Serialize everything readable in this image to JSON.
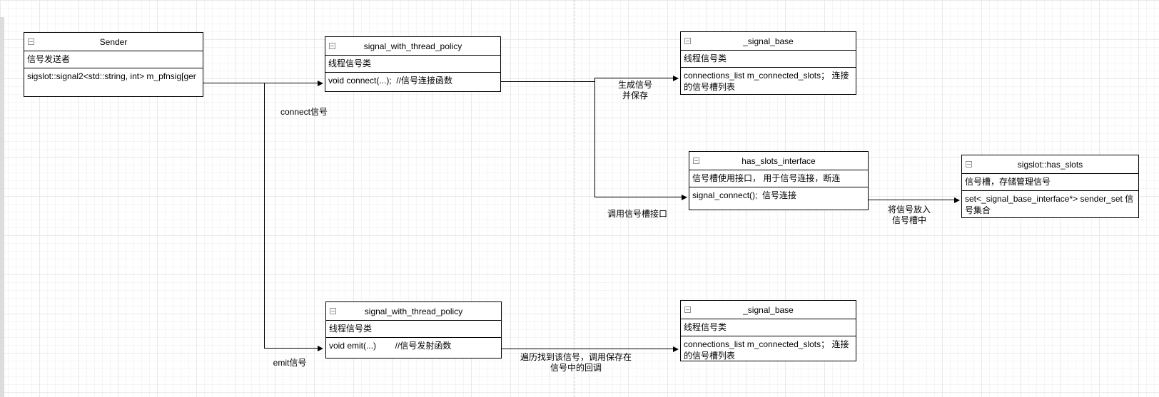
{
  "diagram": {
    "nodes": [
      {
        "id": "sender",
        "title": "Sender",
        "rows": [
          "信号发送者",
          "sigslot::signal2<std::string, int> m_pfnsig[ger"
        ]
      },
      {
        "id": "signal-with-thread-policy-connect",
        "title": "signal_with_thread_policy",
        "rows": [
          "线程信号类",
          "void connect(...);  //信号连接函数"
        ]
      },
      {
        "id": "signal-base-top",
        "title": "_signal_base",
        "rows": [
          "线程信号类",
          "connections_list m_connected_slots； 连接的信号槽列表"
        ]
      },
      {
        "id": "has-slots-interface",
        "title": "has_slots_interface",
        "rows": [
          "信号槽使用接口， 用于信号连接，断连",
          "signal_connect();  信号连接"
        ]
      },
      {
        "id": "sigslot-has-slots",
        "title": "sigslot::has_slots",
        "rows": [
          "信号槽，存储管理信号",
          "set<_signal_base_interface*> sender_set 信号集合"
        ]
      },
      {
        "id": "signal-with-thread-policy-emit",
        "title": "signal_with_thread_policy",
        "rows": [
          "线程信号类",
          "void emit(...)        //信号发射函数"
        ]
      },
      {
        "id": "signal-base-bottom",
        "title": "_signal_base",
        "rows": [
          "线程信号类",
          "connections_list m_connected_slots； 连接的信号槽列表"
        ]
      }
    ],
    "edge_labels": [
      {
        "id": "connect-signal",
        "text": "connect信号"
      },
      {
        "id": "generate-and-save",
        "text": "生成信号\n并保存"
      },
      {
        "id": "call-slot-interface",
        "text": "调用信号槽接口"
      },
      {
        "id": "put-signal-into-slot",
        "text": "将信号放入\n信号槽中"
      },
      {
        "id": "emit-signal",
        "text": "emit信号"
      },
      {
        "id": "traverse-callback",
        "text": "遍历找到该信号，调用保存在\n信号中的回调"
      }
    ],
    "icons": [
      {
        "name": "collapse-minus-icon",
        "glyph": "−"
      }
    ],
    "colors": {
      "stroke": "#000000",
      "box_fill": "#ffffff",
      "collapse_icon": "#919191",
      "grid_major": "#e9e9e9",
      "grid_minor": "#f5f5f5",
      "page_guide": "#cfcfcf"
    }
  }
}
